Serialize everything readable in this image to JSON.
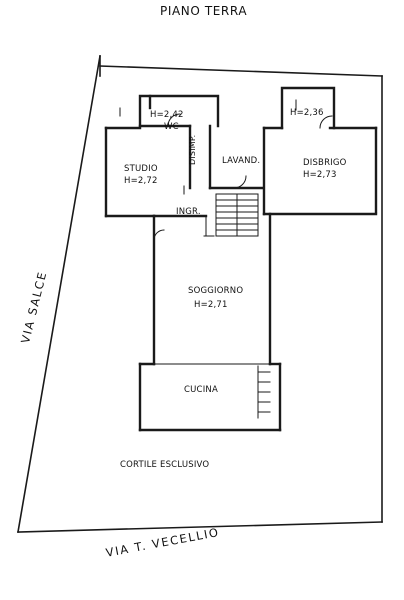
{
  "title": "PIANO TERRA",
  "streets": {
    "bottom": "VIA T. VECELLIO",
    "left": "VIA SALCE"
  },
  "rooms": {
    "wc_height": "H=2,42",
    "wc": "WC",
    "disimp": "DISIMP.",
    "height_236": "H=2,36",
    "lavand": "LAVAND.",
    "studio": "STUDIO",
    "studio_height": "H=2,72",
    "disbrigo": "DISBRIGO",
    "disbrigo_height": "H=2,73",
    "ingr": "INGR.",
    "soggiorno": "SOGGIORNO",
    "soggiorno_height": "H=2,71",
    "cucina": "CUCINA",
    "cortile": "CORTILE ESCLUSIVO"
  },
  "colors": {
    "line": "#1a1a1a",
    "background": "#ffffff"
  }
}
